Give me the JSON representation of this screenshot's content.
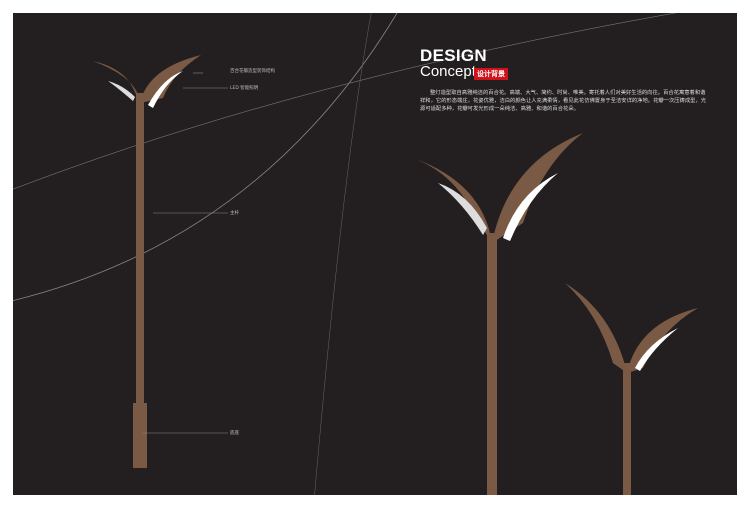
{
  "heading": {
    "title": "DESIGN",
    "subtitle": "Concept",
    "badge": "设计背景"
  },
  "description": "整灯造型取自高雅纯洁的百合花。高端、大气、简约、时尚、唯美。寄托着人们对美好生活的向往。百合花寓意着和谐祥和，它的形态端庄，花姿优雅，洁白的颜色让人充满柔情，看见此花仿佛置身于圣洁安详的净地。花瓣一次压铸成型，光源可适配多种，花瓣可发光形成一朵纯洁、高雅、和谐的百合花朵。",
  "annotations": {
    "petal": "百合花瓣造型装饰结构",
    "led": "LED 智能照明",
    "pole": "主杆",
    "base": "底座"
  },
  "colors": {
    "background": "#231f20",
    "pole": "#7a5a45",
    "accent": "#d0121b"
  }
}
